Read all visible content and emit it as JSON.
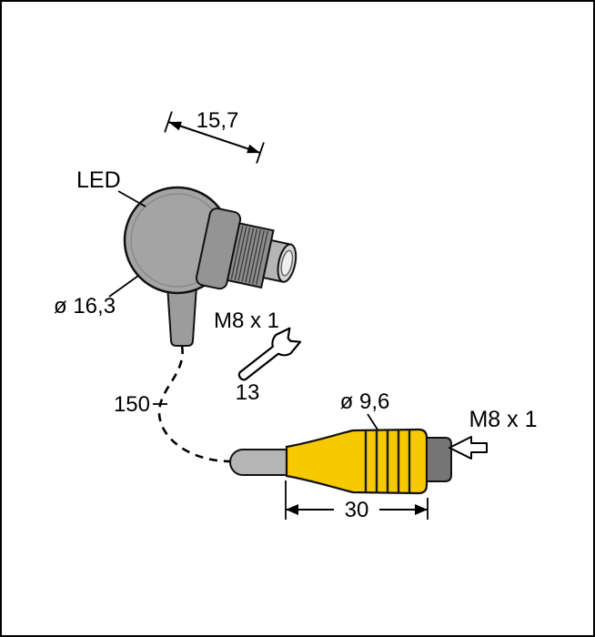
{
  "drawing": {
    "type": "technical-dimension-drawing",
    "subject": "barrel sensor with M8 quick-disconnect pigtail",
    "labels": {
      "head_width": "15,7",
      "led": "LED",
      "head_diameter": "ø 16,3",
      "sensor_thread": "M8 x 1",
      "wrench_size": "13",
      "cable_length": "150",
      "connector_diameter": "ø 9,6",
      "connector_thread": "M8 x 1",
      "connector_length": "30"
    },
    "icons": {
      "wrench": "open-end-wrench-icon",
      "connector_direction": "hollow-left-arrow-icon"
    },
    "colors": {
      "outline": "#000000",
      "housing_gray": "#a4a4a4",
      "collar_gray": "#949494",
      "thread_gray": "#8e8e8e",
      "nose_gray": "#b5b5b5",
      "lens_light": "#efefef",
      "cable_gray": "#b5b5b5",
      "connector_yellow": "#f6c900",
      "endcap_gray": "#757575",
      "background": "#ffffff"
    }
  }
}
